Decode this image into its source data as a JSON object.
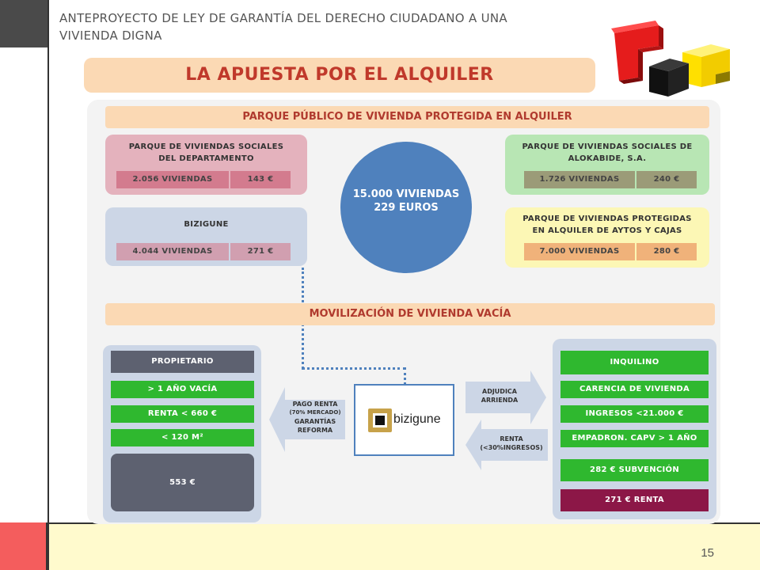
{
  "header": {
    "doc_title_line1": "ANTEPROYECTO DE LEY DE GARANTÍA DEL DERECHO CIUDADANO A UNA",
    "doc_title_line2": "VIVIENDA DIGNA",
    "main_title": "LA APUESTA POR EL ALQUILER"
  },
  "park": {
    "bar_label": "PARQUE PÚBLICO DE VIVIENDA PROTEGIDA EN ALQUILER",
    "dept": {
      "title_l1": "PARQUE DE VIVIENDAS SOCIALES",
      "title_l2": "DEL DEPARTAMENTO",
      "units": "2.056 VIVIENDAS",
      "rent": "143 €"
    },
    "bizigune": {
      "title": "BIZIGUNE",
      "units": "4.044 VIVIENDAS",
      "rent": "271 €"
    },
    "alokabide": {
      "title_l1": "PARQUE DE VIVIENDAS SOCIALES DE",
      "title_l2": "ALOKABIDE, S.A.",
      "units": "1.726 VIVIENDAS",
      "rent": "240 €"
    },
    "protected": {
      "title_l1": "PARQUE DE VIVIENDAS PROTEGIDAS",
      "title_l2": "EN ALQUILER DE AYTOS Y CAJAS",
      "units": "7.000 VIVIENDAS",
      "rent": "280 €"
    },
    "total_l1": "15.000 VIVIENDAS",
    "total_l2": "229 EUROS"
  },
  "mobilization": {
    "bar_label": "MOVILIZACIÓN DE VIVIENDA VACÍA",
    "owner": {
      "header": "PROPIETARIO",
      "items": [
        "> 1 AÑO VACÍA",
        "RENTA < 660 €",
        "< 120 M²"
      ],
      "value": "553 €"
    },
    "tenant": {
      "header": "INQUILINO",
      "items": [
        "CARENCIA DE VIVIENDA",
        "INGRESOS <21.000 €",
        "EMPADRON. CAPV > 1 AÑO"
      ],
      "subsidy": "282 € SUBVENCIÓN",
      "rent": "271 € RENTA"
    },
    "arrow_pay_l1": "PAGO RENTA",
    "arrow_pay_l2": "(70% MERCADO)",
    "arrow_pay_l3": "GARANTÍAS",
    "arrow_pay_l4": "REFORMA",
    "arrow_assign_l1": "ADJUDICA",
    "arrow_assign_l2": "ARRIENDA",
    "arrow_rent_l1": "RENTA",
    "arrow_rent_l2": "(<30%INGRESOS)",
    "bizigune_logo": "bizigune"
  },
  "footer": {
    "page_number": "15"
  },
  "colors": {
    "accent_red": "#c0392b",
    "blue": "#4f81bd",
    "green": "#2fb82f",
    "dark_grey": "#5d6170",
    "plum": "#8c1747",
    "olive": "#9b9b78",
    "peach": "#f0b27a"
  }
}
